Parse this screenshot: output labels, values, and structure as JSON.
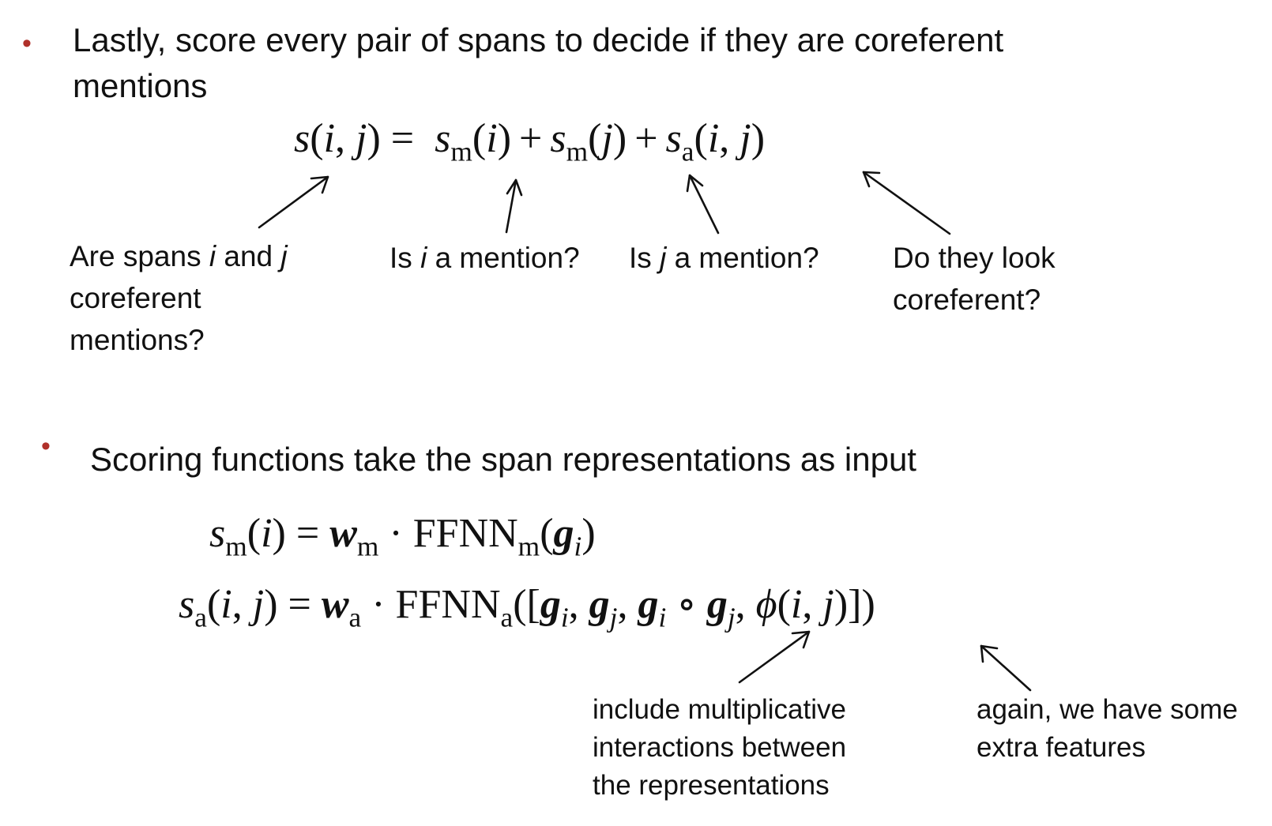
{
  "section1": {
    "bullet_line1": "Lastly, score every pair of spans to decide if they are coreferent",
    "bullet_line2": "mentions",
    "annotations": {
      "pair": {
        "line1_prefix": "Are spans ",
        "line1_i": "i",
        "line1_mid": " and ",
        "line1_j": "j",
        "line2": "coreferent",
        "line3": "mentions?"
      },
      "mention_i": {
        "prefix": "Is ",
        "var": "i",
        "suffix": " a mention?"
      },
      "mention_j": {
        "prefix": "Is ",
        "var": "j",
        "suffix": " a mention?"
      },
      "antecedent": {
        "line1": "Do they look",
        "line2": "coreferent?"
      }
    }
  },
  "section2": {
    "bullet_text": "Scoring functions take the span representations as input",
    "annotations": {
      "multiplicative": {
        "line1": "include multiplicative",
        "line2": "interactions between",
        "line3": "the representations"
      },
      "features": {
        "line1": "again, we have some",
        "line2": "extra features"
      }
    }
  },
  "colors": {
    "bullet": "#b0302a",
    "text": "#111111"
  }
}
